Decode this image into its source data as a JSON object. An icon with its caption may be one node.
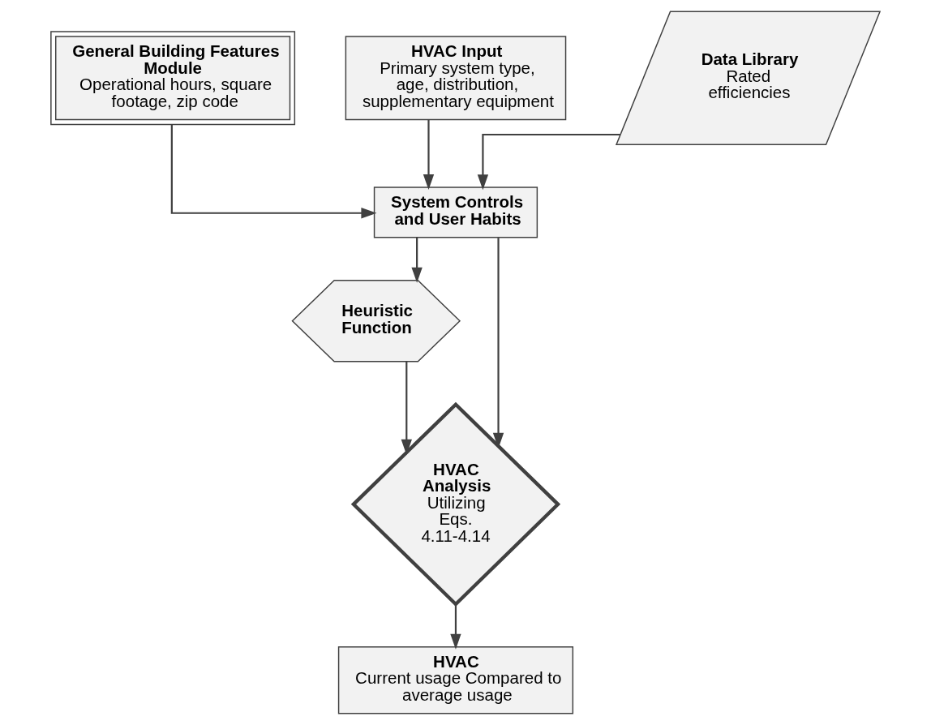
{
  "diagram": {
    "nodes": [
      {
        "text": [
          "HVAC Input",
          "Primary system type, age, distribution, supplementary equipment"
        ]
      },
      {
        "text": [
          "General Building Features Module",
          "Operational hours, square footage, zip code"
        ]
      },
      {
        "text": [
          "Data Library",
          "Rated efficiencies"
        ]
      },
      {
        "text": [
          "System Controls and User Habits"
        ]
      },
      {
        "text": [
          "Heuristic Function"
        ]
      },
      {
        "text": [
          "HVAC Analysis",
          "Utilizing Eqs. 4.11-4.14"
        ]
      },
      {
        "text": [
          "HVAC",
          "Current usage Compared to average usage"
        ]
      }
    ],
    "edges": [
      {
        "from": 0,
        "to": 3,
        "arrow": "to"
      },
      {
        "from": 1,
        "to": 3,
        "arrow": "to"
      },
      {
        "from": 2,
        "to": 3,
        "arrow": "to"
      },
      {
        "from": 3,
        "to": 4,
        "arrow": "to"
      },
      {
        "from": 3,
        "to": 5,
        "arrow": "to"
      },
      {
        "from": 4,
        "to": 5,
        "arrow": "to"
      },
      {
        "from": 5,
        "to": 6,
        "arrow": "to"
      }
    ]
  }
}
